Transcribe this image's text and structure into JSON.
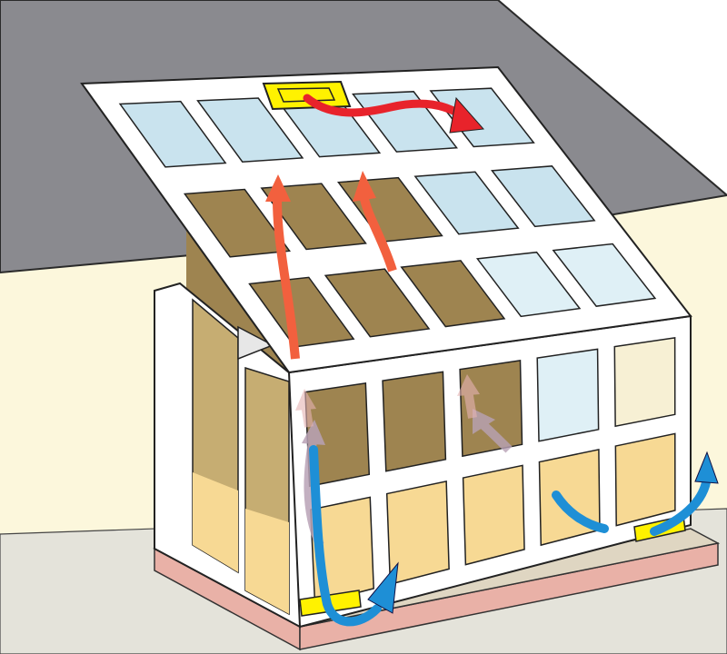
{
  "colors": {
    "roof_slate": "#8a8a8f",
    "roof_outline": "#2a2a2a",
    "house_wall": "#fcf7dc",
    "house_wall_lower": "#e4e3da",
    "frame_white": "#ffffff",
    "outline": "#222222",
    "glass_blue": "#c9e3ee",
    "glass_blue_light": "#dff0f6",
    "interior_shadow": "#9e8450",
    "interior_wall": "#c6ad72",
    "interior_floor": "#f7d994",
    "wall_side_blue": "#bcdbe8",
    "base_pink": "#e9b1a7",
    "base_top": "#dfd6c2",
    "vent_yellow": "#fff200",
    "arrow_red": "#e8232b",
    "arrow_warm": "#f2603e",
    "arrow_blue": "#1e8fd6",
    "arrow_faded": "#b9a2b6"
  },
  "arrows": [
    {
      "kind": "warm-air",
      "color": "arrow_warm",
      "direction": "up"
    },
    {
      "kind": "warm-air",
      "color": "arrow_warm",
      "direction": "up"
    },
    {
      "kind": "hot-air-exhaust",
      "color": "arrow_red",
      "direction": "right"
    },
    {
      "kind": "cool-air-intake",
      "color": "arrow_blue",
      "direction": "in"
    },
    {
      "kind": "cool-air-intake",
      "color": "arrow_blue",
      "direction": "in"
    },
    {
      "kind": "rising-air",
      "color": "arrow_faded",
      "direction": "up"
    }
  ],
  "vents": [
    {
      "position": "roof-ridge",
      "color": "vent_yellow"
    },
    {
      "position": "front-floor-left",
      "color": "vent_yellow"
    },
    {
      "position": "front-floor-right",
      "color": "vent_yellow"
    }
  ]
}
